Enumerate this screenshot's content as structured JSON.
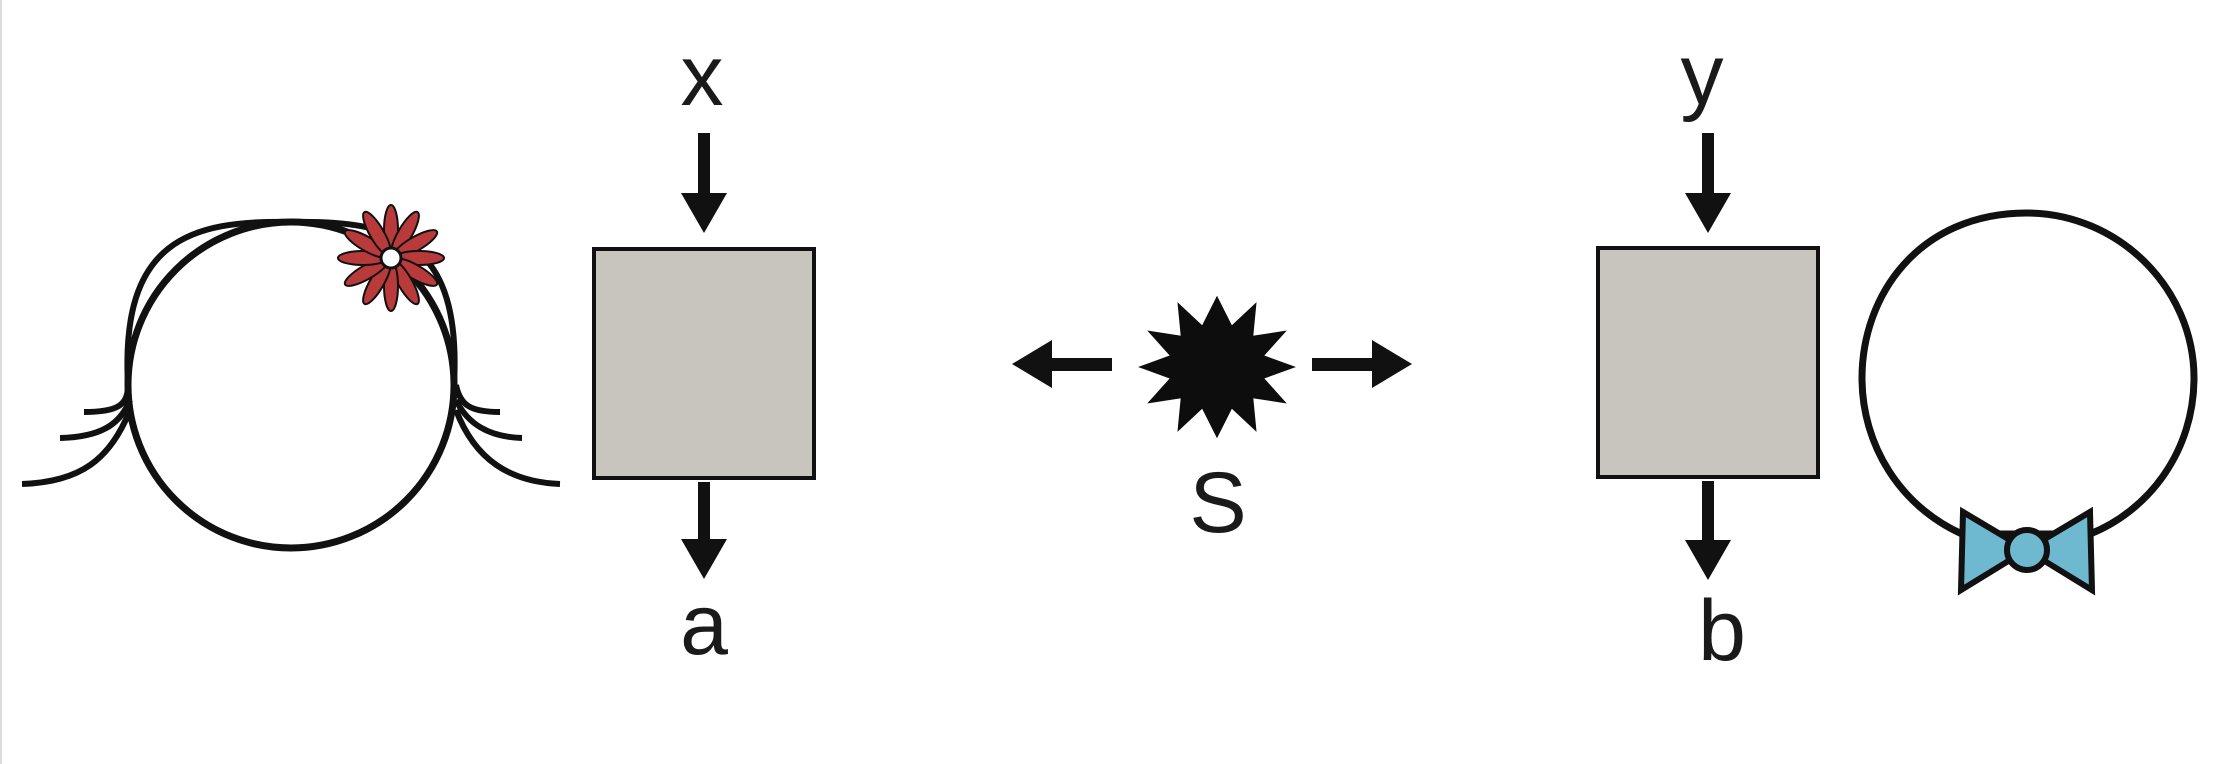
{
  "labels": {
    "alice_input": "x",
    "alice_output": "a",
    "bob_input": "y",
    "bob_output": "b",
    "source": "S"
  },
  "colors": {
    "box_fill": "#c8c4be",
    "stroke": "#111111",
    "flower_petal": "#b83a3a",
    "bow_fill": "#6fb9d0",
    "source_fill": "#0d0d0d"
  },
  "icons": {
    "left_figure": "girl-with-flower",
    "right_figure": "head-with-bow-tie",
    "source": "starburst"
  }
}
